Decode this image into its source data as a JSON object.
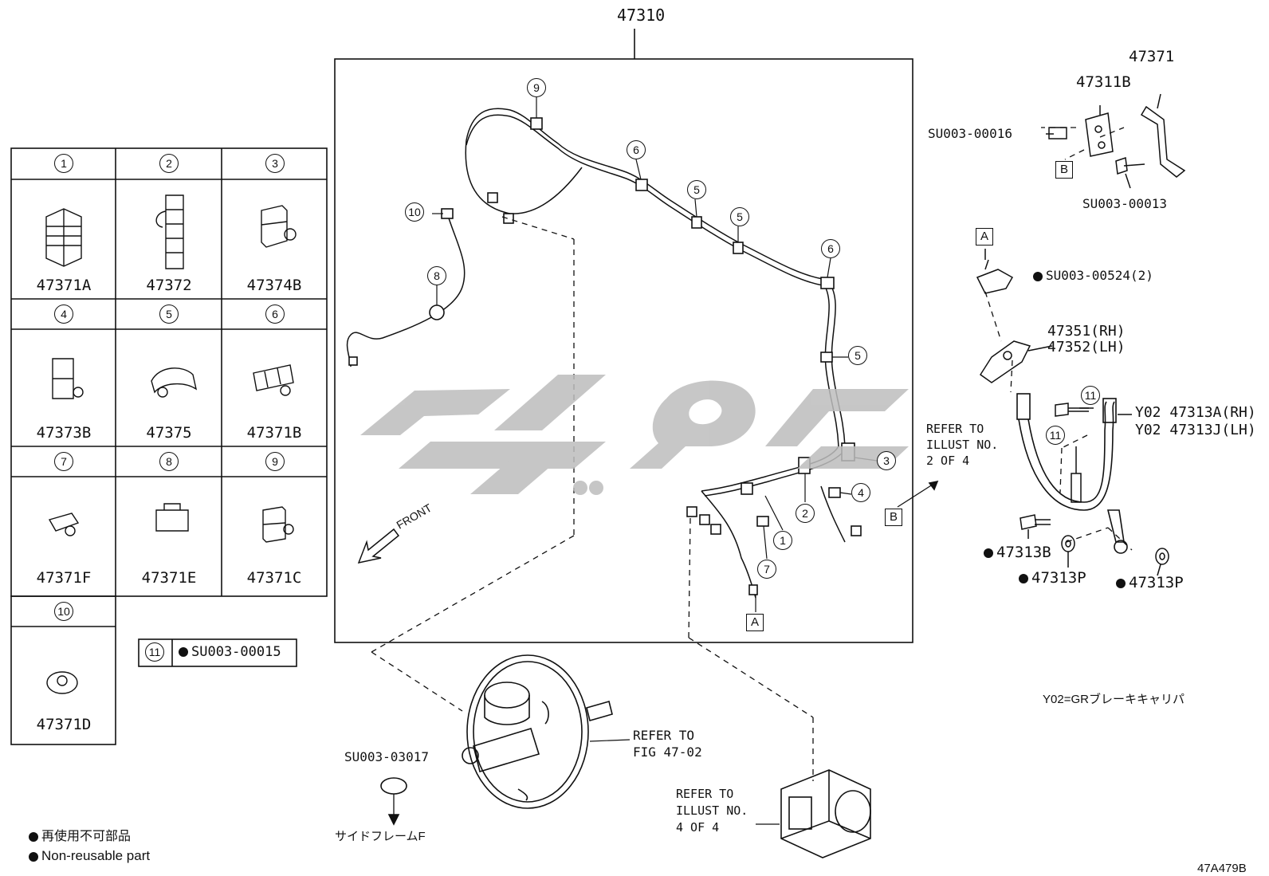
{
  "main_assembly": {
    "number": "47310"
  },
  "clip_table": {
    "cells": [
      {
        "index": "1",
        "part": "47371A"
      },
      {
        "index": "2",
        "part": "47372"
      },
      {
        "index": "3",
        "part": "47374B"
      },
      {
        "index": "4",
        "part": "47373B"
      },
      {
        "index": "5",
        "part": "47375"
      },
      {
        "index": "6",
        "part": "47371B"
      },
      {
        "index": "7",
        "part": "47371F"
      },
      {
        "index": "8",
        "part": "47371E"
      },
      {
        "index": "9",
        "part": "47371C"
      },
      {
        "index": "10",
        "part": "47371D"
      }
    ],
    "item11": {
      "index": "11",
      "part": "SU003-00015"
    }
  },
  "top_right": {
    "bracket_parts": [
      "47371",
      "47311B"
    ],
    "bolt1": "SU003-00016",
    "bolt2": "SU003-00013",
    "ref_b": "B"
  },
  "right_side": {
    "ref_a": "A",
    "clip": "SU003-00524(2)",
    "bracket_rh": "47351(RH)",
    "bracket_lh": "47352(LH)",
    "hose_rh_prefix": "Y02",
    "hose_rh": "47313A(RH)",
    "hose_lh_prefix": "Y02",
    "hose_lh": "47313J(LH)",
    "bolt_union": "47313B",
    "gasket1": "47313P",
    "gasket2": "47313P",
    "note": "Y02=GRブレーキキャリパ"
  },
  "refer_illust_2": [
    "REFER TO",
    "ILLUST NO.",
    "2 OF 4"
  ],
  "refer_fig": [
    "REFER TO",
    "FIG 47-02"
  ],
  "refer_illust_4": [
    "REFER TO",
    "ILLUST NO.",
    "4 OF 4"
  ],
  "grommet": {
    "part": "SU003-03017",
    "location": "サイドフレームF"
  },
  "front_label": "FRONT",
  "callouts": [
    "9",
    "6",
    "5",
    "5",
    "6",
    "10",
    "8",
    "5",
    "3",
    "2",
    "4",
    "1",
    "7"
  ],
  "ref_boxes": {
    "a": "A",
    "b": "B"
  },
  "legend": {
    "line1": "再使用不可部品",
    "line2": "Non-reusable part"
  },
  "figure_code": "47A479B"
}
